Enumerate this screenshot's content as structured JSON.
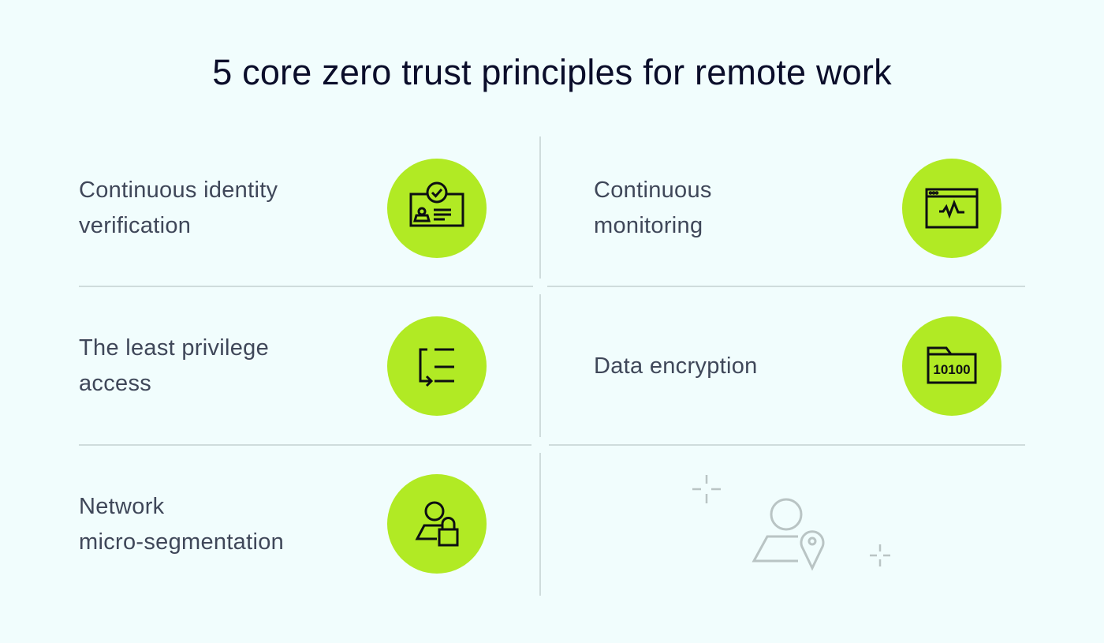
{
  "header": {
    "title": "5 core zero trust principles for remote work"
  },
  "colors": {
    "background": "#f1fdfd",
    "title": "#0a0d2a",
    "label": "#3f4759",
    "accent_circle": "#b1ea24",
    "icon_stroke": "#0d0f12",
    "divider": "#cfdcdc",
    "decor_stroke": "#b9c4c4"
  },
  "principles": [
    {
      "label_line1": "Continuous identity",
      "label_line2": "verification",
      "icon": "id-card-check-icon"
    },
    {
      "label_line1": "Continuous",
      "label_line2": "monitoring",
      "icon": "browser-pulse-icon"
    },
    {
      "label_line1": "The least privilege",
      "label_line2": "access",
      "icon": "list-indent-arrow-icon"
    },
    {
      "label_line1": "Data encryption",
      "label_line2": "",
      "icon": "binary-folder-icon"
    },
    {
      "label_line1": "Network",
      "label_line2": "micro-segmentation",
      "icon": "user-lock-icon"
    }
  ],
  "decoration": {
    "icon": "user-location-pin-icon",
    "sparkles": [
      "sparkle-icon",
      "sparkle-icon"
    ]
  }
}
